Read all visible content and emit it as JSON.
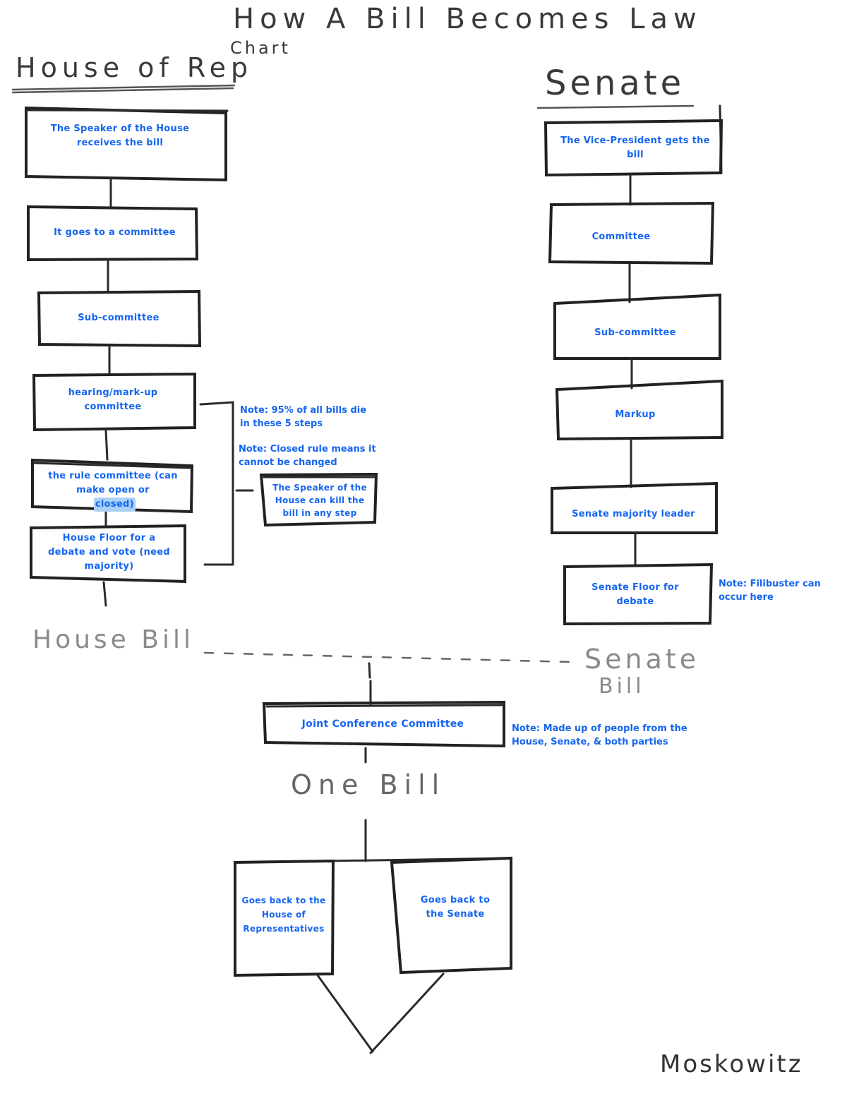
{
  "title": "How A Bill Becomes Law",
  "subtitle": "Chart",
  "house_heading": "House of Rep",
  "senate_heading": "Senate",
  "house_steps": [
    "The Speaker of the House receives the bill",
    "It goes to a committee",
    "Sub-committee",
    "hearing/mark-up committee",
    "the rule committee (can make open or",
    "House Floor for a debate and vote (need majority)"
  ],
  "house_rule_highlight": "closed)",
  "senate_steps": [
    "The Vice-President gets the bill",
    "Committee",
    "Sub-committee",
    "Markup",
    "Senate majority leader",
    "Senate Floor for debate"
  ],
  "notes": {
    "bills_die": "Note: 95% of all bills die in these 5 steps",
    "closed_rule": "Note: Closed rule means it cannot be changed",
    "speaker_kill": "The Speaker of the House can kill the bill in any step",
    "filibuster": "Note: Filibuster can occur here",
    "conference": "Note: Made up of people from the House, Senate, & both parties"
  },
  "house_bill": "House Bill",
  "senate_bill_line1": "Senate",
  "senate_bill_line2": "Bill",
  "joint_committee": "Joint Conference Committee",
  "one_bill": "One Bill",
  "back_house": "Goes back to the House of Representatives",
  "back_senate": "Goes back to the Senate",
  "signature": "Moskowitz"
}
